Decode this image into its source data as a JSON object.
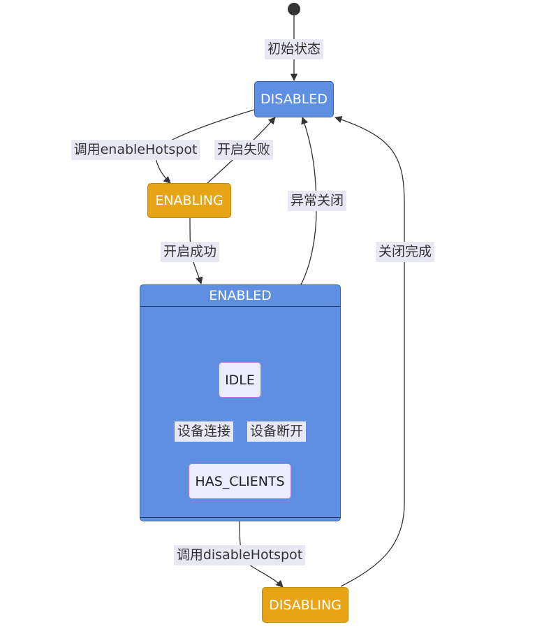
{
  "states": {
    "disabled": "DISABLED",
    "enabling": "ENABLING",
    "enabled": "ENABLED",
    "idle": "IDLE",
    "has_clients": "HAS_CLIENTS",
    "disabling": "DISABLING"
  },
  "transitions": {
    "initial": "初始状态",
    "call_enable": "调用enableHotspot",
    "enable_failed": "开启失败",
    "enable_success": "开启成功",
    "abnormal_close": "异常关闭",
    "close_complete": "关闭完成",
    "device_connect": "设备连接",
    "device_disconnect": "设备断开",
    "call_disable": "调用disableHotspot"
  },
  "colors": {
    "state_blue": "#5e8fe0",
    "state_orange": "#e8a417",
    "state_light": "#ececff",
    "edge_label_bg": "#e8e8f5",
    "line": "#333333"
  }
}
